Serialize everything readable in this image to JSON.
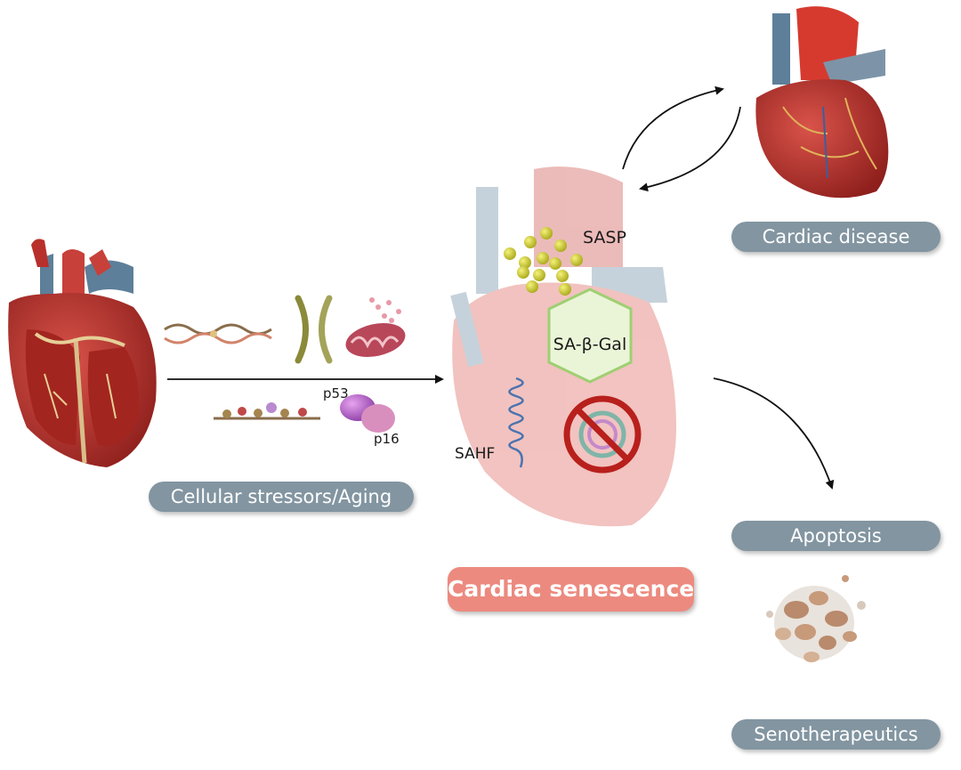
{
  "labels": {
    "cardiac_disease": "Cardiac disease",
    "cellular_stressors": "Cellular stressors/Aging",
    "cardiac_senescence": "Cardiac senescence",
    "apoptosis": "Apoptosis",
    "senotherapeutics": "Senotherapeutics",
    "sasp": "SASP",
    "sa_beta_gal": "SA-β-Gal",
    "sahf": "SAHF",
    "p53": "p53",
    "p16": "p16"
  },
  "colors": {
    "pill_gray": "#8295a1",
    "pill_red": "#ec8a7f",
    "heart_red": "#b8302b",
    "vessel_blue": "#5d7f99",
    "sasp_yellow": "#c9c81d",
    "arrow": "#111111"
  }
}
